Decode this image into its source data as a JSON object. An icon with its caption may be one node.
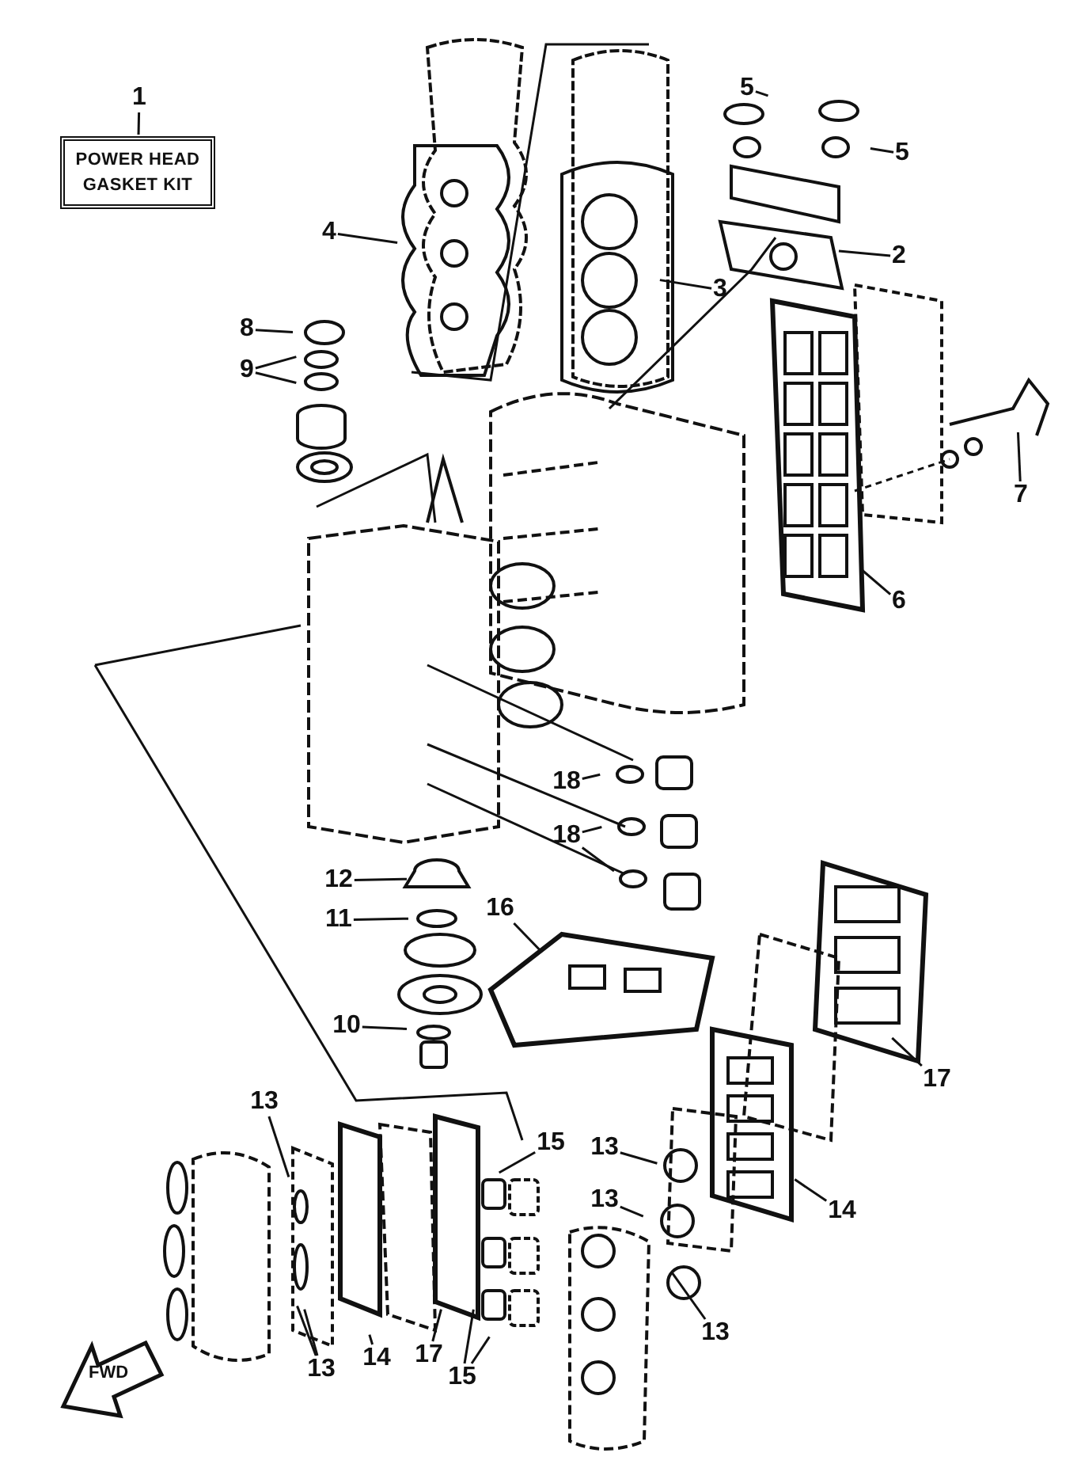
{
  "diagram": {
    "nodes": [
      {
        "text": [
          "1"
        ]
      },
      {
        "text": [
          "POWER HEAD GASKET KIT"
        ]
      },
      {
        "text": [
          "5"
        ]
      },
      {
        "text": [
          "5"
        ]
      },
      {
        "text": [
          "4"
        ]
      },
      {
        "text": [
          "2"
        ]
      },
      {
        "text": [
          "3"
        ]
      },
      {
        "text": [
          "8"
        ]
      },
      {
        "text": [
          "9"
        ]
      },
      {
        "text": [
          "7"
        ]
      },
      {
        "text": [
          "6"
        ]
      },
      {
        "text": [
          "18"
        ]
      },
      {
        "text": [
          "18"
        ]
      },
      {
        "text": [
          "12"
        ]
      },
      {
        "text": [
          "11"
        ]
      },
      {
        "text": [
          "16"
        ]
      },
      {
        "text": [
          "10"
        ]
      },
      {
        "text": [
          "17"
        ]
      },
      {
        "text": [
          "13"
        ]
      },
      {
        "text": [
          "15"
        ]
      },
      {
        "text": [
          "13"
        ]
      },
      {
        "text": [
          "14"
        ]
      },
      {
        "text": [
          "13"
        ]
      },
      {
        "text": [
          "13"
        ]
      },
      {
        "text": [
          "13"
        ]
      },
      {
        "text": [
          "14"
        ]
      },
      {
        "text": [
          "17"
        ]
      },
      {
        "text": [
          "15"
        ]
      }
    ],
    "edges": [
      {
        "from": 0,
        "to": 1,
        "arrow": "none"
      },
      {
        "from": 2,
        "to": null,
        "arrow": "none"
      },
      {
        "from": 3,
        "to": null,
        "arrow": "none"
      },
      {
        "from": 4,
        "to": null,
        "arrow": "none"
      },
      {
        "from": 5,
        "to": null,
        "arrow": "none"
      },
      {
        "from": 6,
        "to": null,
        "arrow": "none"
      },
      {
        "from": 7,
        "to": null,
        "arrow": "none"
      },
      {
        "from": 8,
        "to": null,
        "arrow": "none"
      },
      {
        "from": 8,
        "to": null,
        "arrow": "none"
      },
      {
        "from": 9,
        "to": null,
        "arrow": "none"
      },
      {
        "from": 10,
        "to": null,
        "arrow": "none"
      },
      {
        "from": 11,
        "to": null,
        "arrow": "none"
      },
      {
        "from": 12,
        "to": null,
        "arrow": "none"
      },
      {
        "from": 12,
        "to": null,
        "arrow": "none"
      },
      {
        "from": 13,
        "to": null,
        "arrow": "none"
      },
      {
        "from": 14,
        "to": null,
        "arrow": "none"
      },
      {
        "from": 15,
        "to": null,
        "arrow": "none"
      },
      {
        "from": 16,
        "to": null,
        "arrow": "none"
      },
      {
        "from": 17,
        "to": null,
        "arrow": "none"
      },
      {
        "from": 18,
        "to": null,
        "arrow": "none"
      },
      {
        "from": 19,
        "to": null,
        "arrow": "none"
      },
      {
        "from": 20,
        "to": null,
        "arrow": "none"
      },
      {
        "from": 21,
        "to": null,
        "arrow": "none"
      },
      {
        "from": 22,
        "to": null,
        "arrow": "none"
      },
      {
        "from": 23,
        "to": null,
        "arrow": "none"
      },
      {
        "from": 24,
        "to": null,
        "arrow": "none"
      },
      {
        "from": 24,
        "to": null,
        "arrow": "none"
      },
      {
        "from": 25,
        "to": null,
        "arrow": "none"
      },
      {
        "from": 26,
        "to": null,
        "arrow": "none"
      },
      {
        "from": 27,
        "to": null,
        "arrow": "none"
      },
      {
        "from": 27,
        "to": null,
        "arrow": "none"
      }
    ],
    "labels": [
      "FWD"
    ]
  }
}
